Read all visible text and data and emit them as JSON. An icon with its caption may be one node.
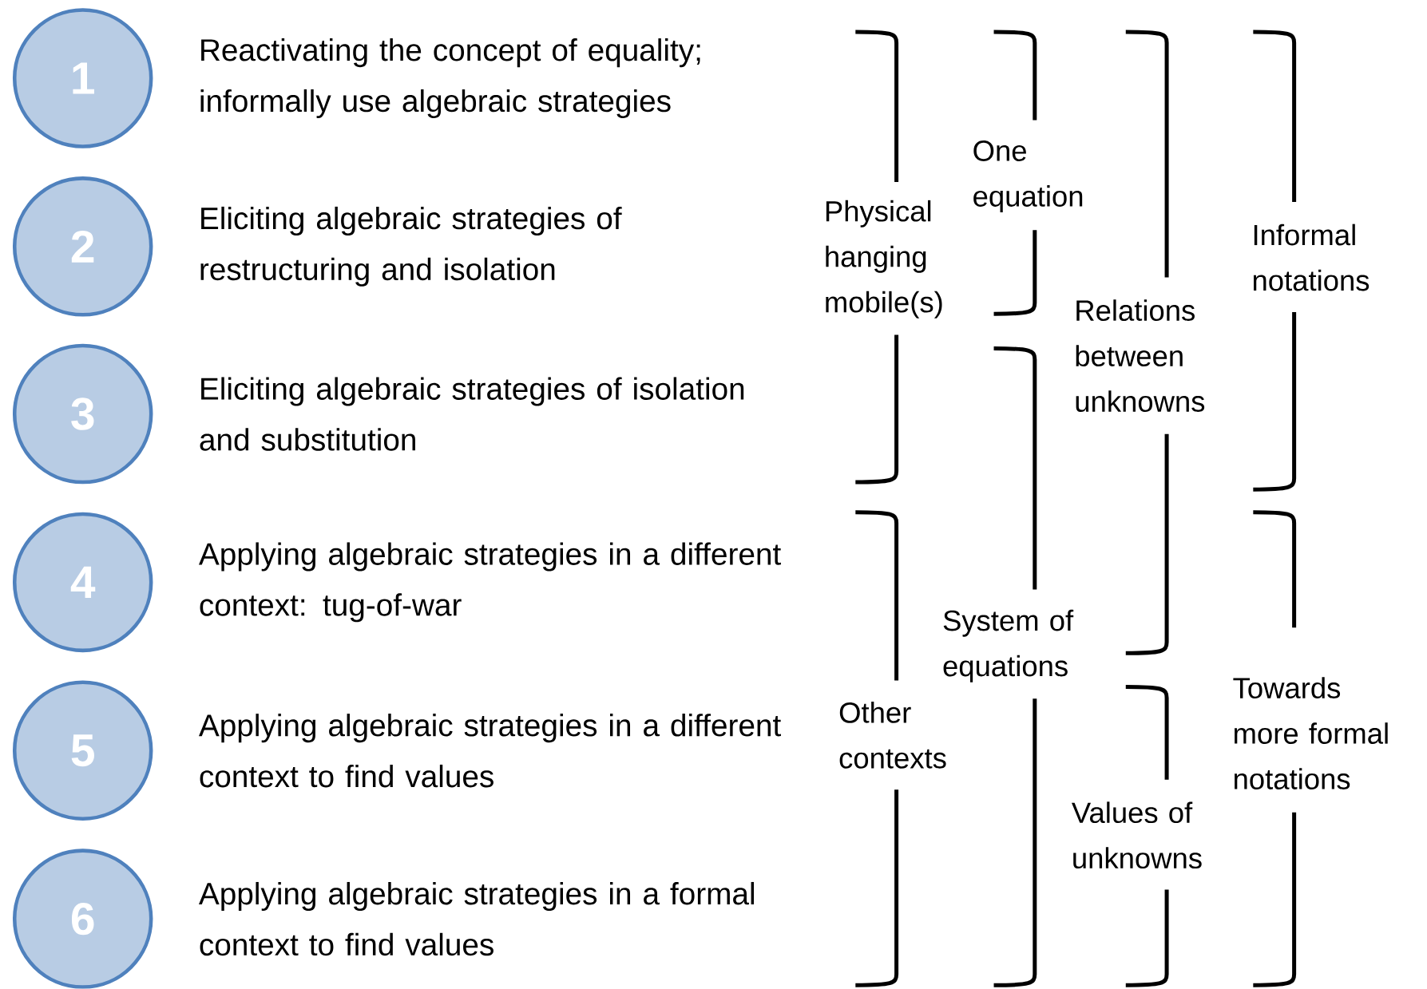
{
  "diagram": {
    "nodes": [
      {
        "text": [
          "1"
        ],
        "beside": [
          "Reactivating the concept of equality; informally use algebraic strategies"
        ]
      },
      {
        "text": [
          "2"
        ],
        "beside": [
          "Eliciting algebraic strategies of restructuring and isolation"
        ]
      },
      {
        "text": [
          "3"
        ],
        "beside": [
          "Eliciting algebraic strategies of isolation and substitution"
        ]
      },
      {
        "text": [
          "4"
        ],
        "beside": [
          "Applying algebraic strategies in a different context: tug-of-war"
        ]
      },
      {
        "text": [
          "5"
        ],
        "beside": [
          "Applying algebraic strategies in a different context to find values"
        ]
      },
      {
        "text": [
          "6"
        ],
        "beside": [
          "Applying algebraic strategies in a formal context to find values"
        ]
      }
    ],
    "labels": [
      "Physical hanging mobile(s)",
      "Other contexts",
      "One equation",
      "System of equations",
      "Relations between unknowns",
      "Values of unknowns",
      "Informal notations",
      "Towards more formal notations"
    ]
  }
}
